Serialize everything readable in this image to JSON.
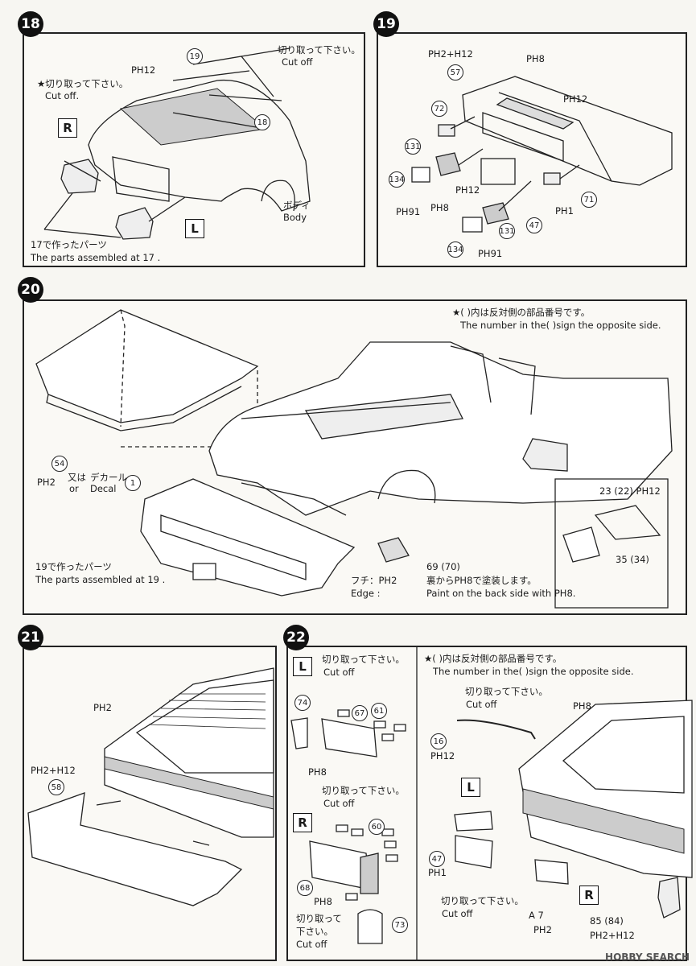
{
  "steps": {
    "s18": {
      "number": "18",
      "paint_code_19": "PH12",
      "cut_off_jp": "切り取って下さい。",
      "cut_off_en": "Cut off",
      "star_cut_off_jp": "★切り取って下さい。",
      "star_cut_off_en": "Cut off.",
      "parts": [
        "19",
        "18"
      ],
      "right_box": "R",
      "left_box": "L",
      "body_jp": "ボディ",
      "body_en": "Body",
      "assembled_ref_jp": "17で作ったパーツ",
      "assembled_ref_en": "The parts assembled at 17 ."
    },
    "s19": {
      "number": "19",
      "paint_57": "PH2+H12",
      "paint_top": "PH8",
      "paint_right": "PH12",
      "paint_131a": "PH12",
      "paint_134a": "PH91",
      "paint_131b": "PH8",
      "paint_47": "PH1",
      "paint_134b": "PH91",
      "parts": [
        "57",
        "72",
        "131",
        "134",
        "71",
        "47",
        "131",
        "134"
      ]
    },
    "s20": {
      "number": "20",
      "note_jp": "★(  )内は反対側の部品番号です。",
      "note_en": "The number in the(  )sign the opposite side.",
      "part_54": "54",
      "hood_paint": "PH2",
      "hood_or_jp": "又は",
      "hood_decal_jp": "デカール",
      "hood_or_en": "or",
      "hood_decal_en": "Decal",
      "decal_no": "1",
      "assembled_ref_jp": "19で作ったパーツ",
      "assembled_ref_en": "The parts assembled at 19 .",
      "mirror_parts": "23 (22) PH12",
      "mirror_glass": "35 (34)",
      "lens_parts": "69 (70)",
      "edge_jp": "フチ：PH2",
      "edge_en": "Edge :",
      "back_paint_jp": "裏からPH8で塗装します。",
      "back_paint_en": "Paint on the back side with PH8."
    },
    "s21": {
      "number": "21",
      "paint_top": "PH2",
      "paint_58": "PH2+H12",
      "part_58": "58"
    },
    "s22": {
      "number": "22",
      "left_box": "L",
      "right_box": "R",
      "cut_a_jp": "切り取って下さい。",
      "cut_a_en": "Cut off",
      "parts_l": [
        "74",
        "67",
        "61"
      ],
      "paint_l": "PH8",
      "cut_b_jp": "切り取って下さい。",
      "cut_b_en": "Cut off",
      "parts_r": [
        "60",
        "68",
        "73"
      ],
      "paint_r": "PH8",
      "cut_c_jp": "切り取って",
      "cut_c_jp2": "下さい。",
      "cut_c_en": "Cut off",
      "note_jp": "★(  )内は反対側の部品番号です。",
      "note_en": "The number in the(  )sign the opposite side.",
      "cut_d_jp": "切り取って下さい。",
      "cut_d_en": "Cut off",
      "part_16": "16",
      "paint_16": "PH12",
      "paint_top": "PH8",
      "part_47": "47",
      "paint_47": "PH1",
      "cut_e_jp": "切り取って下さい。",
      "cut_e_en": "Cut off",
      "part_a7": "A 7",
      "paint_a7": "PH2",
      "part_85": "85 (84)",
      "paint_85": "PH2+H12"
    }
  },
  "watermark": "HOBBY SEARCH"
}
